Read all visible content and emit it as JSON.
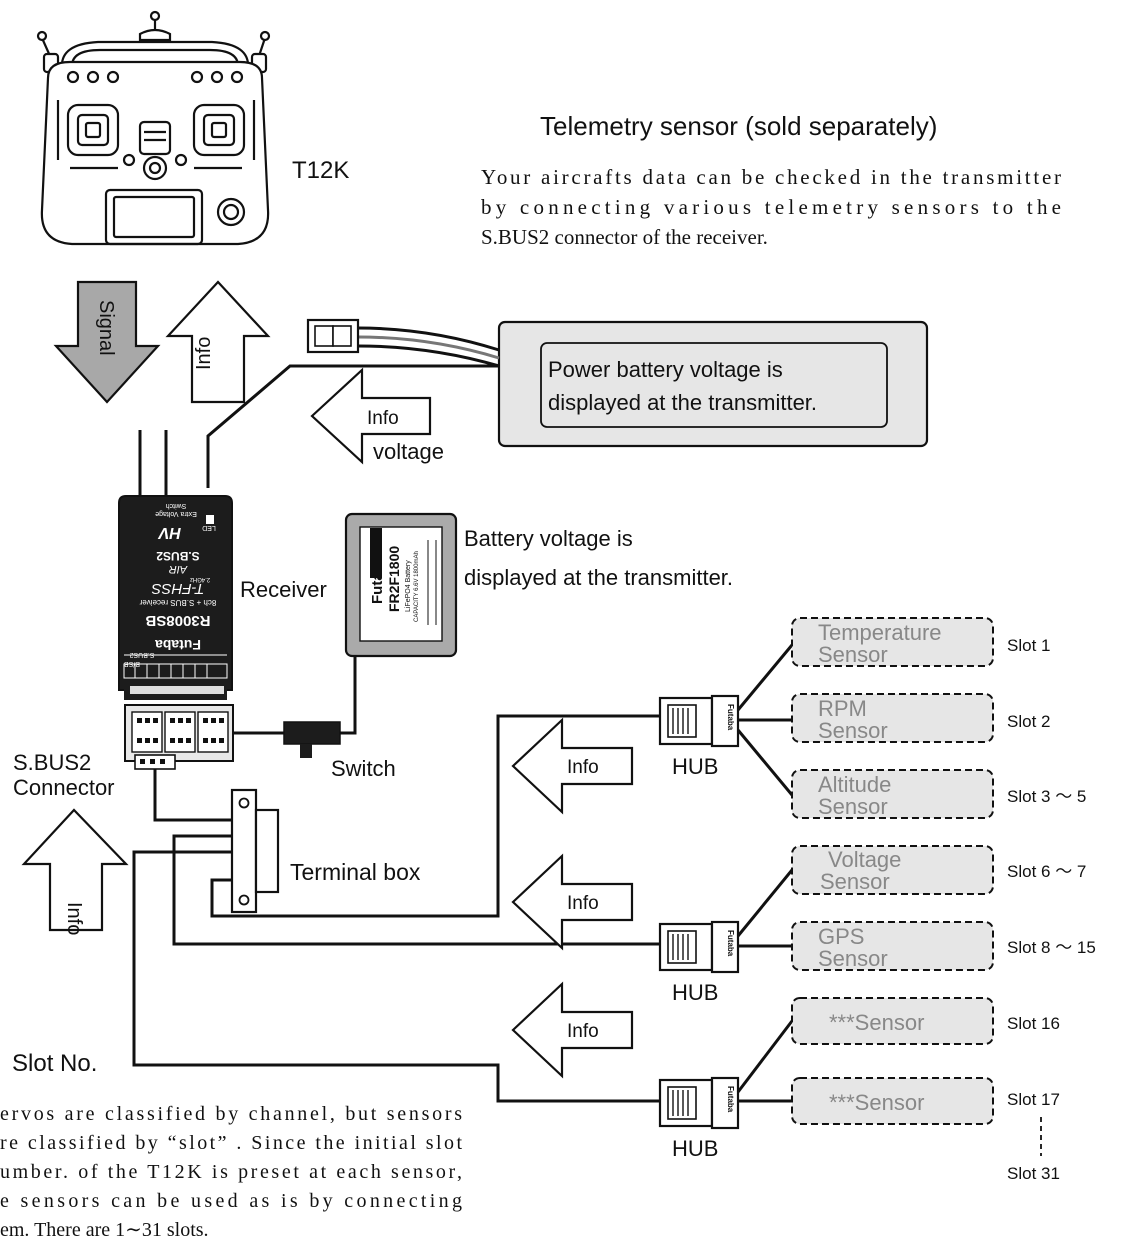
{
  "transmitter": {
    "model": "T12K"
  },
  "telemetry": {
    "title": "Telemetry sensor (sold separately)",
    "description_lines": [
      "Your aircrafts data can be checked in the transmitter",
      "by connecting various telemetry sensors to the",
      "S.BUS2 connector of the receiver."
    ]
  },
  "arrows": {
    "signal": "Signal",
    "info": "Info",
    "voltage": "voltage"
  },
  "power_battery": {
    "lines": [
      "Power battery voltage is",
      "displayed at the transmitter."
    ]
  },
  "receiver": {
    "label": "Receiver",
    "case_texts": [
      "Futaba",
      "R3008SB",
      "8ch + S.BUS receiver",
      "T-FHSS",
      "AIR",
      "S.BUS2",
      "HV",
      "LED",
      "Extra Voltage",
      "Switch",
      "2.4GHz",
      "S.BUS2",
      "B/SB"
    ]
  },
  "rx_battery": {
    "lines": [
      "Battery voltage is",
      "displayed at the transmitter."
    ],
    "case_texts": [
      "Futaba",
      "FR2F1800",
      "LiFePO4 Battery",
      "CAPACITY 6.6V 1800mAh"
    ]
  },
  "connector_label": [
    "S.BUS2",
    "Connector"
  ],
  "switch_label": "Switch",
  "terminal_box_label": "Terminal box",
  "hub": {
    "label": "HUB",
    "brand": "Futaba"
  },
  "sensors": [
    {
      "lines": [
        "Temperature",
        "Sensor"
      ],
      "slot": "Slot 1"
    },
    {
      "lines": [
        "RPM",
        "Sensor"
      ],
      "slot": "Slot 2"
    },
    {
      "lines": [
        "Altitude",
        "Sensor"
      ],
      "slot": "Slot 3 ～ 5"
    },
    {
      "lines": [
        "Voltage",
        "Sensor"
      ],
      "slot": "Slot 6 ～ 7"
    },
    {
      "lines": [
        "GPS",
        "Sensor"
      ],
      "slot": "Slot 8 ～ 15"
    },
    {
      "lines": [
        "***Sensor"
      ],
      "slot": "Slot 16"
    },
    {
      "lines": [
        "***Sensor"
      ],
      "slot": "Slot 17"
    }
  ],
  "slot_end": "Slot 31",
  "slot_no": {
    "title": "Slot No.",
    "lines": [
      "ervos are classified by channel, but sensors",
      "re classified by “slot” . Since the initial slot",
      "umber. of the T12K is preset at each sensor,",
      "e sensors can be used as is by connecting",
      "em. There are 1∼31 slots."
    ]
  },
  "colors": {
    "line": "#111111",
    "gray_fill": "#e6e6e6",
    "dark": "#1c1c1c",
    "sensor_text": "#888888"
  }
}
